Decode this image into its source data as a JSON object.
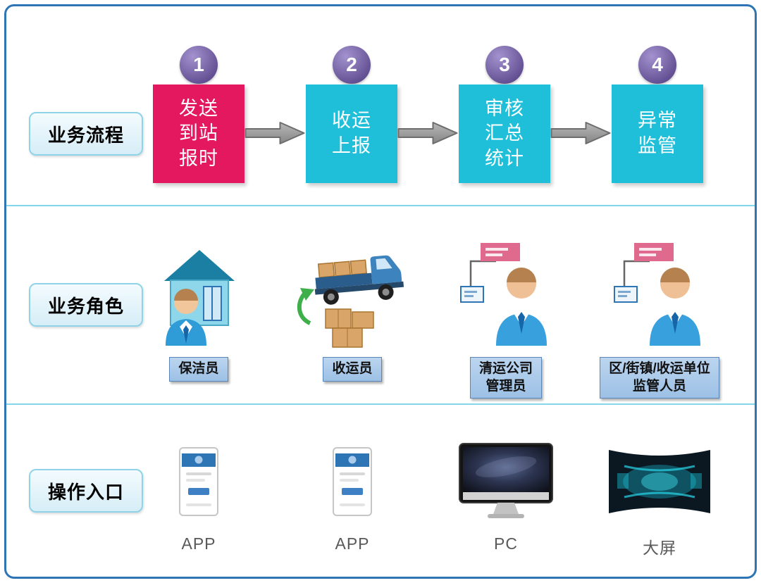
{
  "panel": {
    "border_color": "#2E75B6",
    "divider_color": "#82D7EA"
  },
  "process": {
    "label": "业务流程",
    "badge_color": "#6A4FB0",
    "steps": [
      {
        "number": "1",
        "text": "发送\n到站\n报时",
        "color": "#E3185F"
      },
      {
        "number": "2",
        "text": "收运\n上报",
        "color": "#1FBFD9"
      },
      {
        "number": "3",
        "text": "审核\n汇总\n统计",
        "color": "#1FBFD9"
      },
      {
        "number": "4",
        "text": "异常\n监管",
        "color": "#1FBFD9"
      }
    ]
  },
  "roles": {
    "label": "业务角色",
    "items": [
      {
        "icon": "cleaner-house-icon",
        "label": "保洁员"
      },
      {
        "icon": "truck-collector-icon",
        "label": "收运员"
      },
      {
        "icon": "company-manager-icon",
        "label": "清运公司\n管理员"
      },
      {
        "icon": "district-supervisor-icon",
        "label": "区/街镇/收运单位\n监管人员"
      }
    ]
  },
  "entries": {
    "label": "操作入口",
    "items": [
      {
        "icon": "mobile-app-icon",
        "label": "APP"
      },
      {
        "icon": "mobile-app-icon",
        "label": "APP"
      },
      {
        "icon": "desktop-pc-icon",
        "label": "PC"
      },
      {
        "icon": "video-wall-icon",
        "label": "大屏"
      }
    ]
  }
}
